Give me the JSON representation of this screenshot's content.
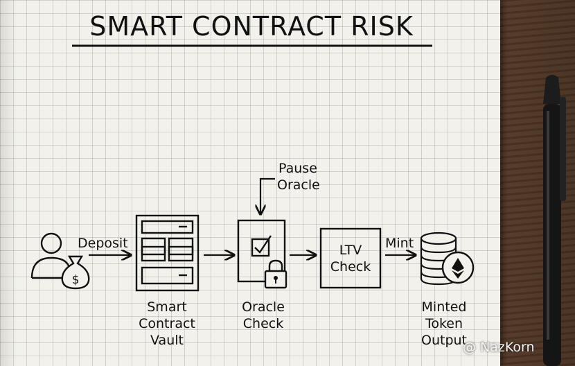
{
  "title": "SMART CONTRACT RISK",
  "nodes": {
    "vault": {
      "lines": [
        "Smart",
        "Contract",
        "Vault"
      ]
    },
    "oracle": {
      "lines": [
        "Oracle",
        "Check"
      ]
    },
    "ltv": {
      "lines": [
        "LTV",
        "Check"
      ]
    },
    "output": {
      "lines": [
        "Minted",
        "Token",
        "Output"
      ]
    }
  },
  "edges": {
    "deposit": "Deposit",
    "mint": "Mint",
    "pause": [
      "Pause",
      "Oracle"
    ]
  },
  "icons": [
    "user-icon",
    "money-bag-icon",
    "checkbox-icon",
    "padlock-icon",
    "coin-stack-icon",
    "ethereum-icon",
    "pen-icon"
  ],
  "watermark": "@ NazKorn"
}
